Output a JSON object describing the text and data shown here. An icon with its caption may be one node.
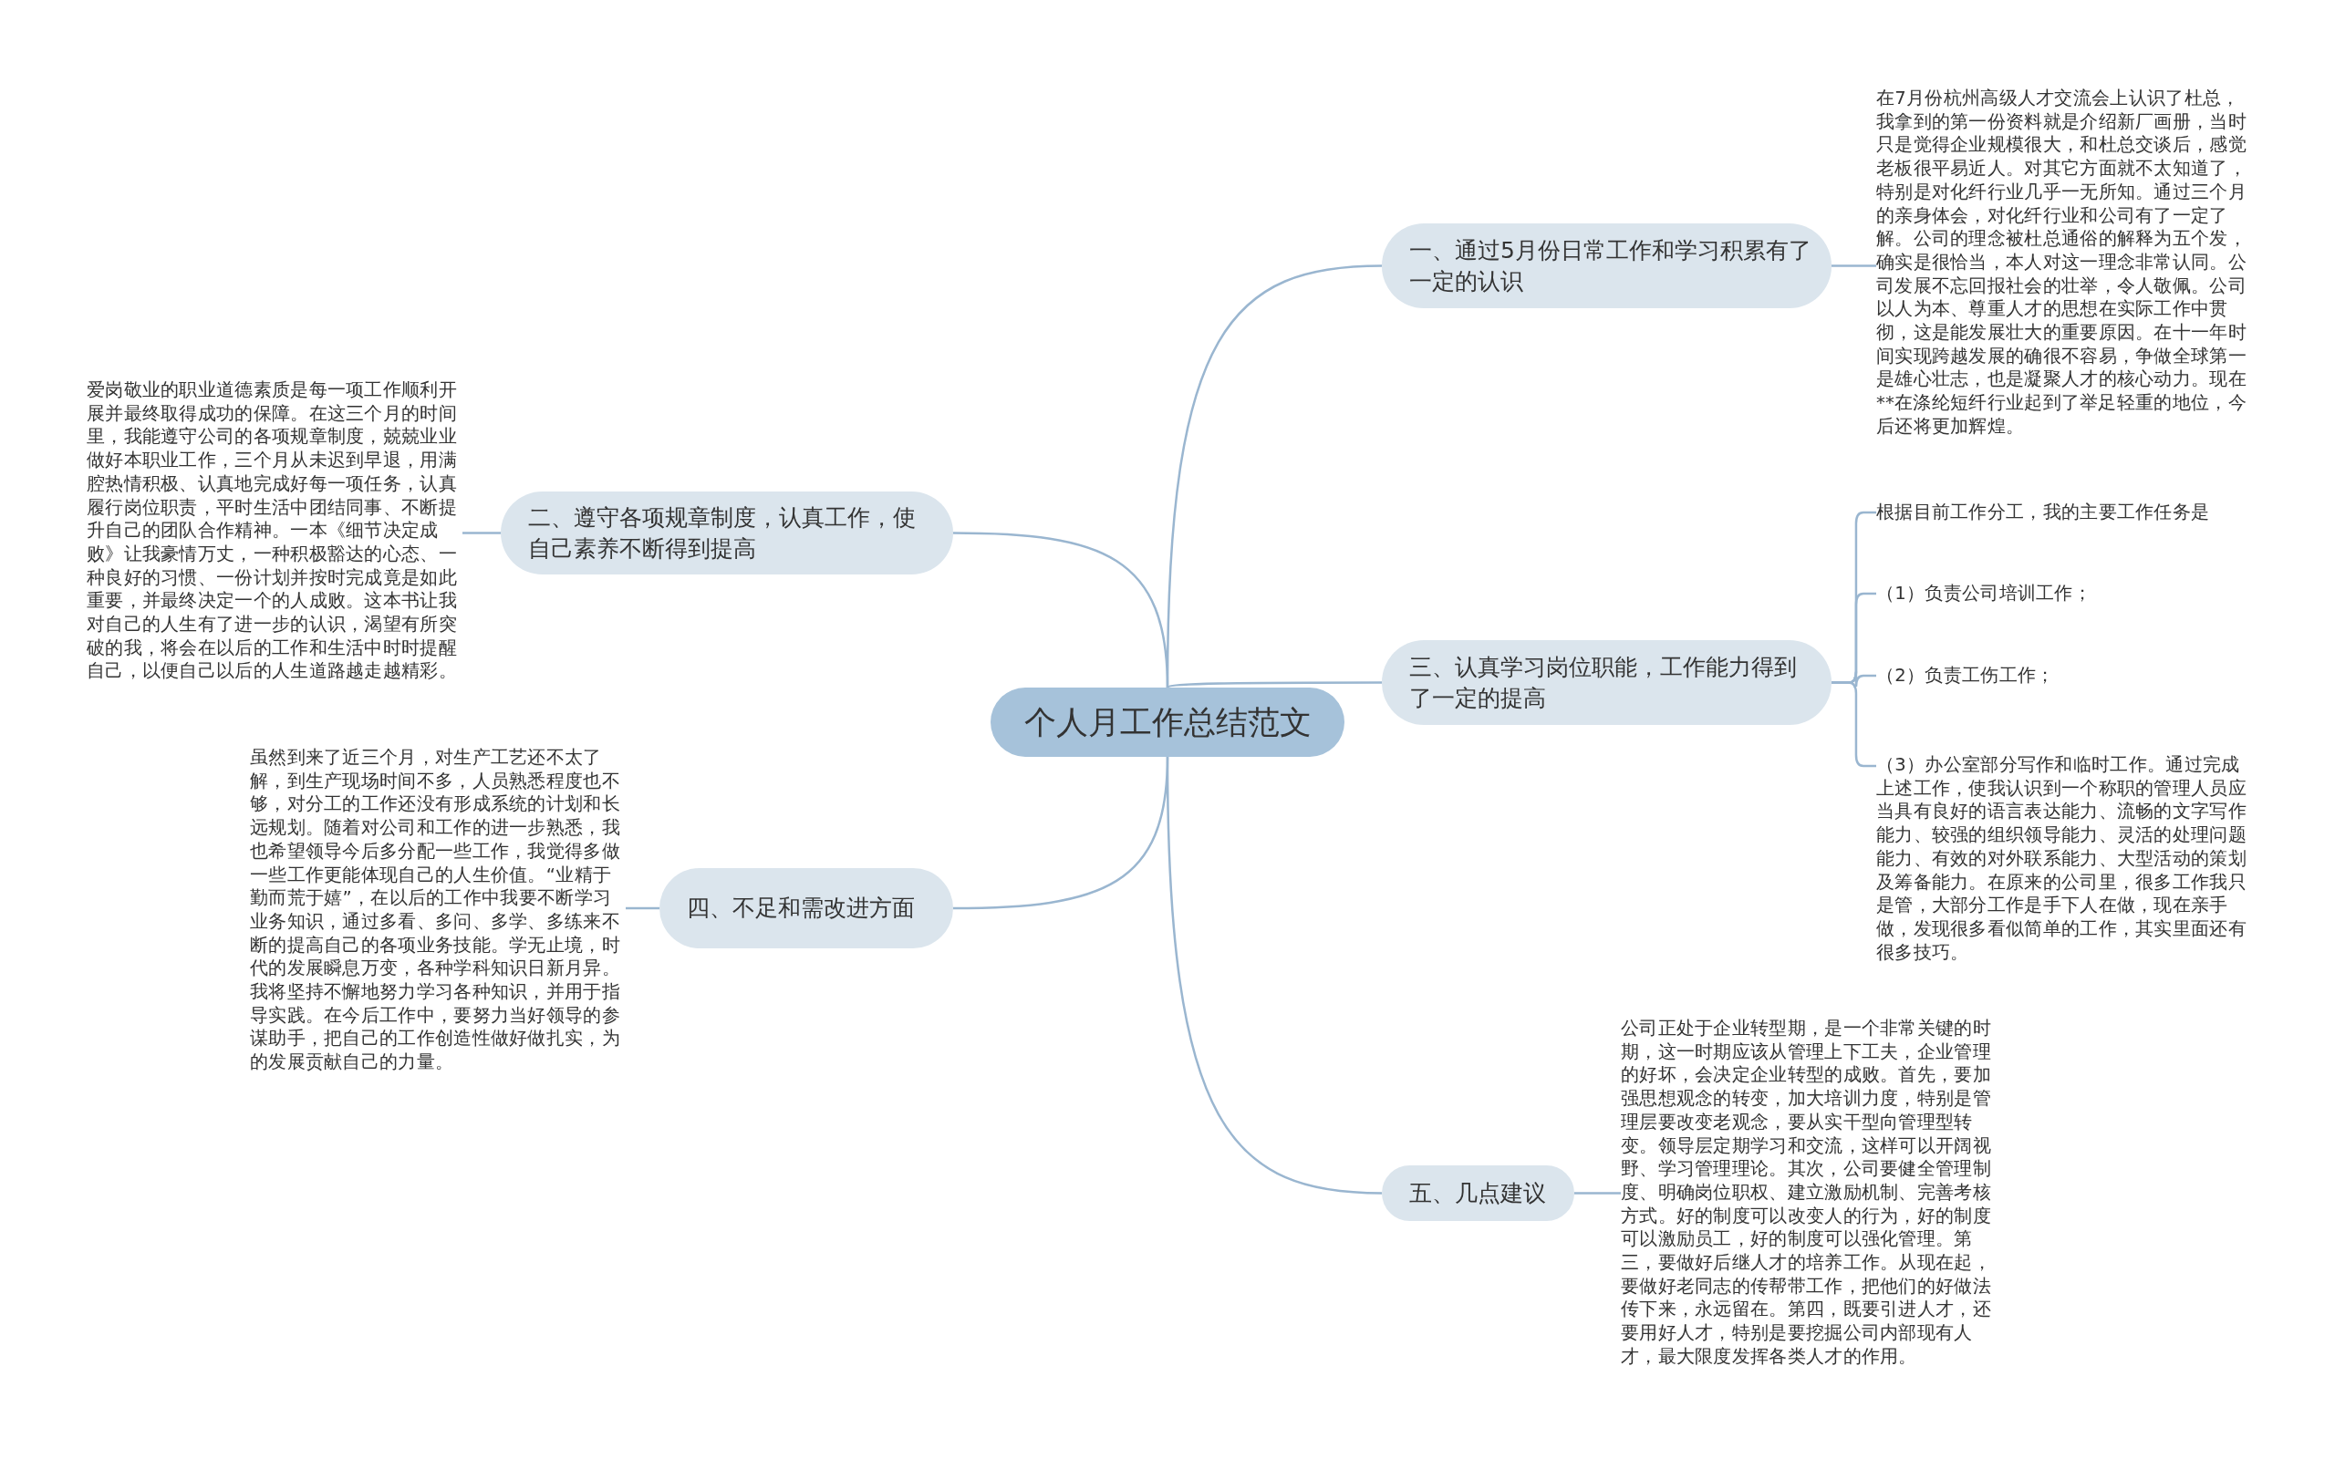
{
  "diagram": {
    "nodes": [
      {
        "text": [
          "个人月工作总结范文"
        ]
      },
      {
        "text": [
          "一、通过5月份日常工作和学习积累有了一定的认识"
        ]
      },
      {
        "text": [
          "在7月份杭州高级人才交流会上认识了杜总，我拿到的第一份资料就是介绍新厂画册，当时只是觉得企业规模很大，和杜总交谈后，感觉老板很平易近人。对其它方面就不太知道了，特别是对化纤行业几乎一无所知。通过三个月的亲身体会，对化纤行业和公司有了一定了解。公司的理念被杜总通俗的解释为五个发，确实是很恰当，本人对这一理念非常认同。公司发展不忘回报社会的壮举，令人敬佩。公司以人为本、尊重人才的思想在实际工作中贯彻，这是能发展壮大的重要原因。在十一年时间实现跨越发展的确很不容易，争做全球第一是雄心壮志，也是凝聚人才的核心动力。现在**在涤纶短纤行业起到了举足轻重的地位，今后还将更加辉煌。"
        ]
      },
      {
        "text": [
          "二、遵守各项规章制度，认真工作，使自己素养不断得到提高"
        ]
      },
      {
        "text": [
          "爱岗敬业的职业道德素质是每一项工作顺利开展并最终取得成功的保障。在这三个月的时间里，我能遵守公司的各项规章制度，兢兢业业做好本职业工作，三个月从未迟到早退，用满腔热情积极、认真地完成好每一项任务，认真履行岗位职责，平时生活中团结同事、不断提升自己的团队合作精神。一本《细节决定成败》让我豪情万丈，一种积极豁达的心态、一种良好的习惯、一份计划并按时完成竟是如此重要，并最终决定一个的人成败。这本书让我对自己的人生有了进一步的认识，渴望有所突破的我，将会在以后的工作和生活中时时提醒自己，以便自己以后的人生道路越走越精彩。"
        ]
      },
      {
        "text": [
          "三、认真学习岗位职能，工作能力得到了一定的提高"
        ]
      },
      {
        "text": [
          "根据目前工作分工，我的主要工作任务是"
        ]
      },
      {
        "text": [
          "（1）负责公司培训工作；"
        ]
      },
      {
        "text": [
          "（2）负责工伤工作；"
        ]
      },
      {
        "text": [
          "（3）办公室部分写作和临时工作。通过完成上述工作，使我认识到一个称职的管理人员应当具有良好的语言表达能力、流畅的文字写作能力、较强的组织领导能力、灵活的处理问题能力、有效的对外联系能力、大型活动的策划及筹备能力。在原来的公司里，很多工作我只是管，大部分工作是手下人在做，现在亲手做，发现很多看似简单的工作，其实里面还有很多技巧。"
        ]
      },
      {
        "text": [
          "四、不足和需改进方面"
        ]
      },
      {
        "text": [
          "虽然到来了近三个月，对生产工艺还不太了解，到生产现场时间不多，人员熟悉程度也不够，对分工的工作还没有形成系统的计划和长远规划。随着对公司和工作的进一步熟悉，我也希望领导今后多分配一些工作，我觉得多做一些工作更能体现自己的人生价值。“业精于勤而荒于嬉”，在以后的工作中我要不断学习业务知识，通过多看、多问、多学、多练来不断的提高自己的各项业务技能。学无止境，时代的发展瞬息万变，各种学科知识日新月异。我将坚持不懈地努力学习各种知识，并用于指导实践。在今后工作中，要努力当好领导的参谋助手，把自己的工作创造性做好做扎实，为的发展贡献自己的力量。"
        ]
      },
      {
        "text": [
          "五、几点建议"
        ]
      },
      {
        "text": [
          "公司正处于企业转型期，是一个非常关键的时期，这一时期应该从管理上下工夫，企业管理的好坏，会决定企业转型的成败。首先，要加强思想观念的转变，加大培训力度，特别是管理层要改变老观念，要从实干型向管理型转变。领导层定期学习和交流，这样可以开阔视野、学习管理理论。其次，公司要健全管理制度、明确岗位职权、建立激励机制、完善考核方式。好的制度可以改变人的行为，好的制度可以激励员工，好的制度可以强化管理。第三，要做好后继人才的培养工作。从现在起，要做好老同志的传帮带工作，把他们的好做法传下来，永远留在。第四，既要引进人才，还要用好人才，特别是要挖掘公司内部现有人才，最大限度发挥各类人才的作用。"
        ]
      }
    ],
    "edges": [
      {
        "from": 0,
        "to": 1,
        "arrow": "none"
      },
      {
        "from": 1,
        "to": 2,
        "arrow": "none"
      },
      {
        "from": 0,
        "to": 3,
        "arrow": "none"
      },
      {
        "from": 3,
        "to": 4,
        "arrow": "none"
      },
      {
        "from": 0,
        "to": 5,
        "arrow": "none"
      },
      {
        "from": 5,
        "to": 6,
        "arrow": "none"
      },
      {
        "from": 5,
        "to": 7,
        "arrow": "none"
      },
      {
        "from": 5,
        "to": 8,
        "arrow": "none"
      },
      {
        "from": 5,
        "to": 9,
        "arrow": "none"
      },
      {
        "from": 0,
        "to": 10,
        "arrow": "none"
      },
      {
        "from": 10,
        "to": 11,
        "arrow": "none"
      },
      {
        "from": 0,
        "to": 12,
        "arrow": "none"
      },
      {
        "from": 12,
        "to": 13,
        "arrow": "none"
      }
    ]
  }
}
